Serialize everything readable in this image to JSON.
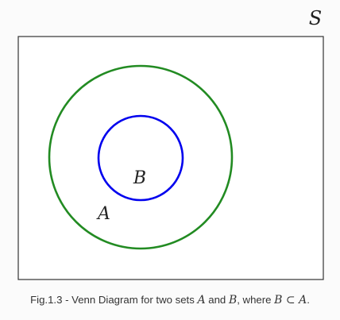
{
  "colors": {
    "universe_stroke": "#333333",
    "set_a_stroke": "#228b22",
    "set_b_stroke": "#0000ee",
    "label_color": "#222222",
    "background": "#ffffff"
  },
  "labels": {
    "universe": "S",
    "set_a": "A",
    "set_b": "B"
  },
  "caption": {
    "prefix": "Fig.1.3 - Venn Diagram for two sets ",
    "set_a": "A",
    "and": " and ",
    "set_b": "B",
    "where": ", where ",
    "relation_left": "B",
    "subset_symbol": " ⊂ ",
    "relation_right": "A",
    "end": "."
  }
}
